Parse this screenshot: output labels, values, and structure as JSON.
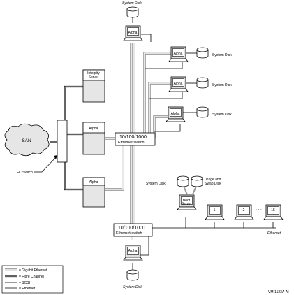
{
  "labels": {
    "system_disk": "System Disk",
    "alpha": "Alpha",
    "integrity_server_line1": "Integrity",
    "integrity_server_line2": "Server",
    "san": "SAN",
    "fc_switch": "FC Switch",
    "switch_line1": "10/100/1000",
    "switch_line2": "Ethernet switch",
    "boot_server_line1": "Boot",
    "boot_server_line2": "Server",
    "page_swap_line1": "Page and",
    "page_swap_line2": "Swap Disk",
    "satellite_1": "1",
    "satellite_2": "2",
    "ellipsis": "• • •",
    "satellite_15": "15",
    "ethernet": "Ethernet",
    "figure_id": "VM-1123A-AI"
  },
  "legend": {
    "gigabit": "= Gigabit Ethernet",
    "fibre": "= Fibre Channel",
    "scsi": "= SCSI",
    "ethernet": "= Ethernet"
  }
}
